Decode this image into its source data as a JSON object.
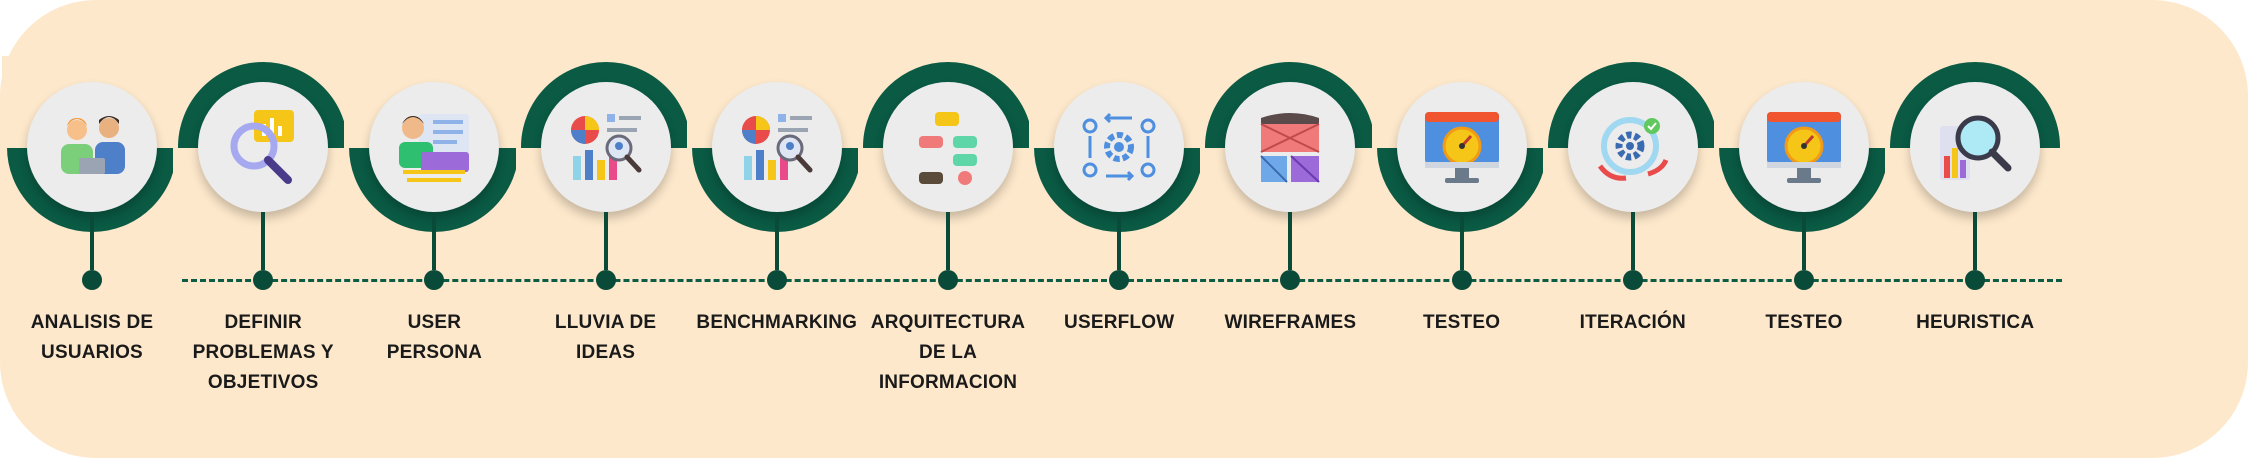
{
  "steps": [
    {
      "label": "ANALISIS DE\nUSUARIOS",
      "icon": "users-analysis-icon",
      "ring": "down"
    },
    {
      "label": "DEFINIR\nPROBLEMAS Y\nOBJETIVOS",
      "icon": "magnifier-chart-icon",
      "ring": "up"
    },
    {
      "label": "USER\nPERSONA",
      "icon": "user-card-icon",
      "ring": "down"
    },
    {
      "label": "LLUVIA DE\nIDEAS",
      "icon": "ideas-chart-icon",
      "ring": "up"
    },
    {
      "label": "BENCHMARKING",
      "icon": "benchmark-chart-icon",
      "ring": "down"
    },
    {
      "label": "ARQUITECTURA\nDE LA\nINFORMACION",
      "icon": "architecture-blocks-icon",
      "ring": "up"
    },
    {
      "label": "USERFLOW",
      "icon": "userflow-gear-icon",
      "ring": "down"
    },
    {
      "label": "WIREFRAMES",
      "icon": "wireframe-icon",
      "ring": "up"
    },
    {
      "label": "TESTEO",
      "icon": "speedometer-monitor-icon",
      "ring": "down"
    },
    {
      "label": "ITERACIÓN",
      "icon": "iteration-gear-icon",
      "ring": "up"
    },
    {
      "label": "TESTEO",
      "icon": "speedometer-monitor-icon",
      "ring": "down"
    },
    {
      "label": "HEURISTICA",
      "icon": "heuristic-magnifier-icon",
      "ring": "up"
    }
  ],
  "colors": {
    "background": "#fde8cb",
    "ring": "#0a5a44",
    "timeline": "#0d5c46"
  }
}
